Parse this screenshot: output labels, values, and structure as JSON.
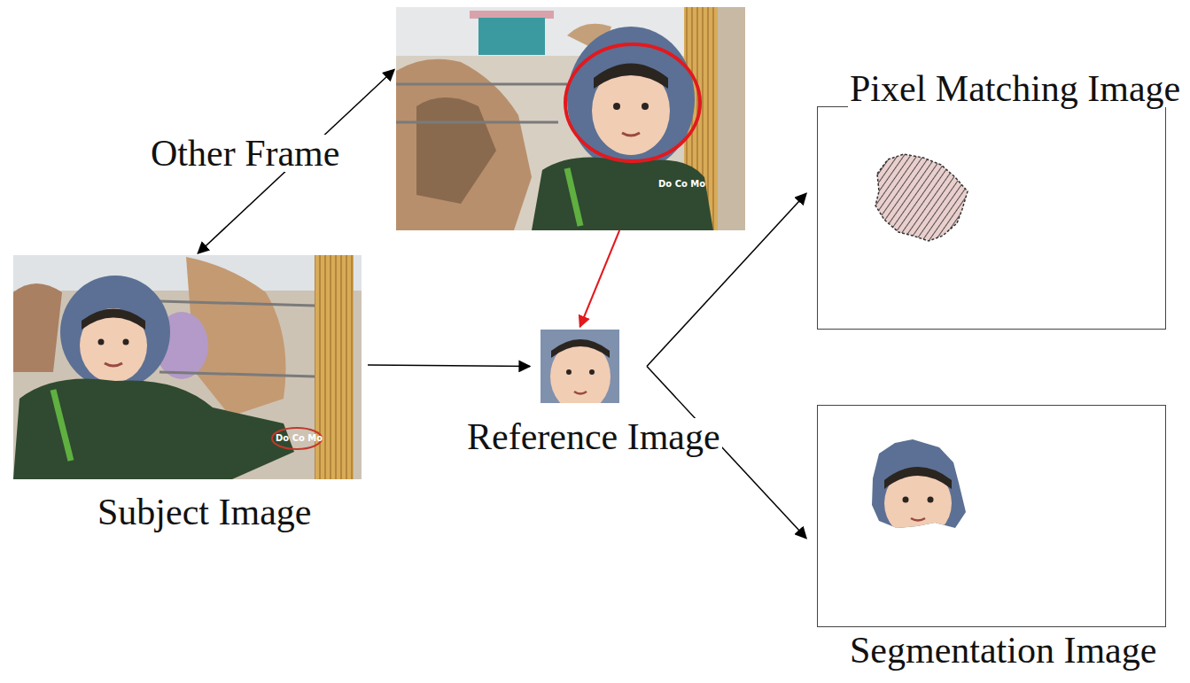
{
  "diagram": {
    "nodes": [
      {
        "text": [
          "Other Frame"
        ]
      },
      {
        "text": [
          "Subject Image"
        ]
      },
      {
        "text": [
          "Reference Image"
        ]
      },
      {
        "text": [
          "Pixel Matching Image"
        ]
      },
      {
        "text": [
          "Segmentation Image"
        ]
      }
    ],
    "edges": [
      {
        "from": 0,
        "to": 1,
        "arrow": "both"
      },
      {
        "from": 1,
        "to": 2,
        "arrow": "to"
      },
      {
        "from": 0,
        "to": 2,
        "arrow": "to"
      },
      {
        "from": 2,
        "to": 3,
        "arrow": "to"
      },
      {
        "from": 2,
        "to": 4,
        "arrow": "to"
      }
    ],
    "labels": [
      "Do Co Mo",
      "Do Co Mo"
    ]
  }
}
